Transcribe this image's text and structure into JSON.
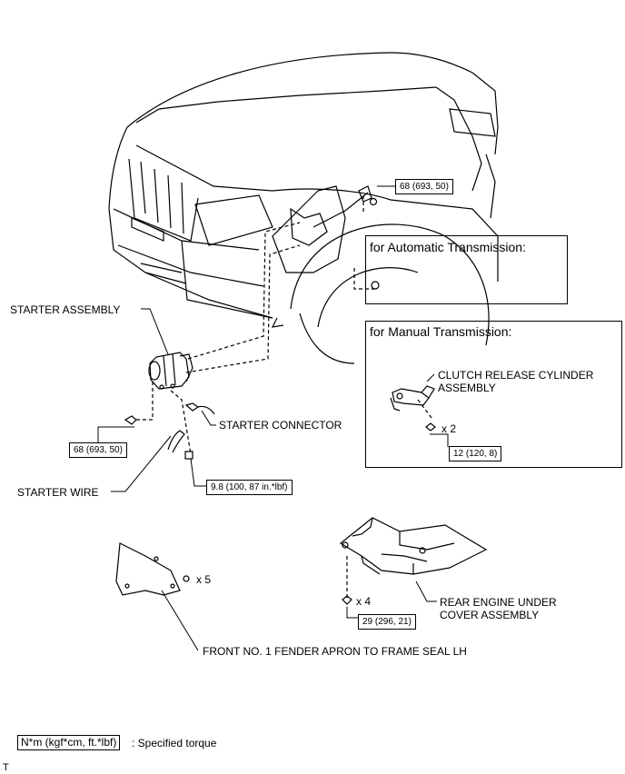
{
  "labels": {
    "starter_assembly": "STARTER ASSEMBLY",
    "starter_connector": "STARTER CONNECTOR",
    "starter_wire": "STARTER WIRE",
    "clutch_release_cylinder": "CLUTCH RELEASE CYLINDER",
    "clutch_release_cylinder_2": "ASSEMBLY",
    "rear_engine_under_cover": "REAR ENGINE UNDER",
    "rear_engine_under_cover_2": "COVER ASSEMBLY",
    "fender_apron_seal": "FRONT NO. 1 FENDER APRON TO FRAME SEAL LH"
  },
  "boxes": {
    "automatic": "for Automatic Transmission:",
    "manual": "for Manual Transmission:"
  },
  "torques": {
    "t_upper": "68 (693, 50)",
    "t_starter_bolt": "68 (693, 50)",
    "t_wire_nut": "9.8 (100, 87 in.*lbf)",
    "t_clutch": "12 (120, 8)",
    "t_cover": "29 (296, 21)"
  },
  "quantities": {
    "clutch_bolts": "x 2",
    "apron_clips": "x 5",
    "cover_bolts": "x 4"
  },
  "legend": {
    "unit": "N*m (kgf*cm, ft.*lbf)",
    "description": ": Specified torque"
  },
  "footer_mark": "T"
}
